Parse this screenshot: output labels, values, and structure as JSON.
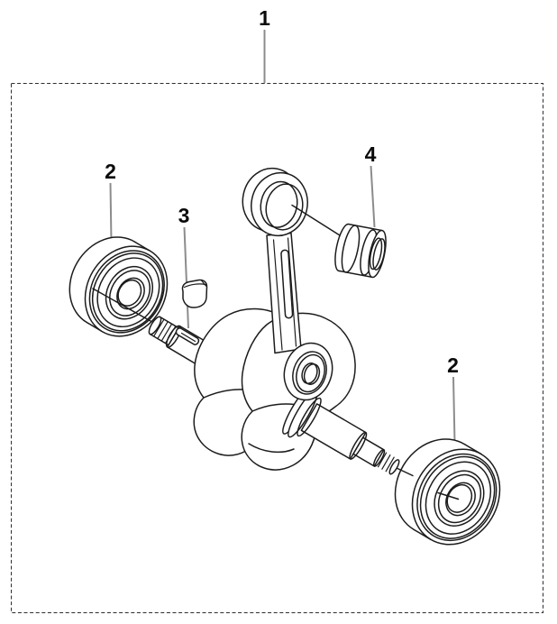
{
  "diagram": {
    "kind": "exploded-parts-line-drawing",
    "subject": "crankshaft assembly with bearings, key and needle bearing",
    "callouts": [
      {
        "label": "1",
        "points_to": "assembly-boundary-box"
      },
      {
        "label": "2",
        "points_to": "ball-bearing-left"
      },
      {
        "label": "3",
        "points_to": "woodruff-key-and-keyway"
      },
      {
        "label": "4",
        "points_to": "needle-bearing-bushing"
      },
      {
        "label": "2",
        "points_to": "ball-bearing-right"
      }
    ],
    "colors": {
      "background": "#ffffff",
      "part_outline": "#1c1c1c",
      "leader_line": "#8c8c8c",
      "boundary_dash": "#2e2e2e",
      "label_text": "#0a0a0a"
    }
  }
}
